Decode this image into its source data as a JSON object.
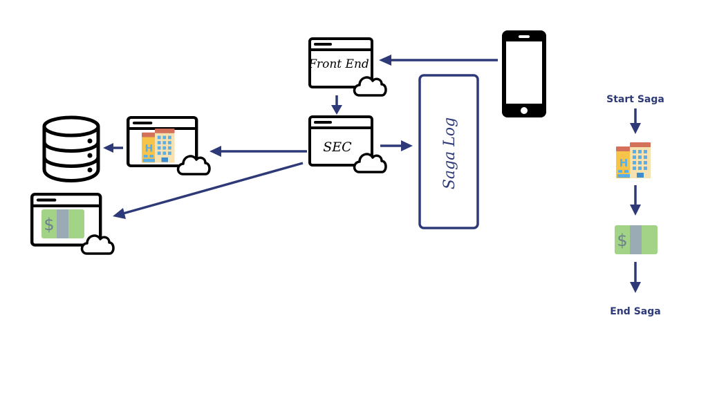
{
  "colors": {
    "arrow": "#2e3a78",
    "outline": "#000000",
    "log_border": "#2e3a78",
    "money_green": "#a3d386",
    "money_band": "#9aabb5",
    "money_symbol": "#6e7f8c",
    "hotel_orange": "#f7c44a",
    "hotel_roof": "#d3715a",
    "hotel_window": "#5aafe8",
    "hotel_cream": "#f6e1b0"
  },
  "nodes": {
    "front_end": {
      "label": "Front End",
      "icon": "browser-cloud-icon"
    },
    "sec": {
      "label": "SEC",
      "icon": "browser-cloud-icon"
    },
    "saga_log": {
      "label": "Saga Log"
    },
    "client": {
      "icon": "smartphone-icon"
    },
    "hotel_service": {
      "icon": "hotel-icon"
    },
    "payment_service": {
      "icon": "money-icon"
    },
    "database": {
      "icon": "database-icon"
    }
  },
  "flow": {
    "start_label": "Start Saga",
    "steps": [
      {
        "icon": "hotel-icon"
      },
      {
        "icon": "money-icon"
      }
    ],
    "end_label": "End Saga"
  }
}
